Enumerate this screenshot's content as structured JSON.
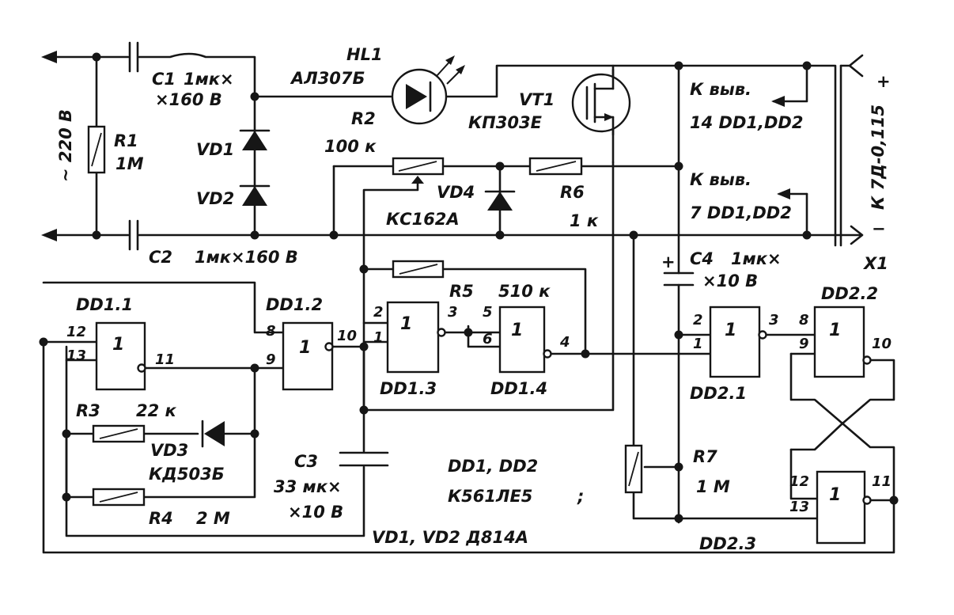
{
  "mains": {
    "voltage": "~ 220 В"
  },
  "components": {
    "c1": {
      "name": "C1",
      "value_a": "1мк×",
      "value_b": "×160 В"
    },
    "c2": {
      "name": "C2",
      "value": "1мк×160 В"
    },
    "c3": {
      "name": "C3",
      "value_a": "33 мк×",
      "value_b": "×10 В"
    },
    "c4": {
      "name": "C4",
      "value_a": "1мк×",
      "value_b": "×10 В"
    },
    "r1": {
      "name": "R1",
      "value": "1М"
    },
    "r2": {
      "name": "R2",
      "value": "100 к"
    },
    "r3": {
      "name": "R3",
      "value": "22 к"
    },
    "r4": {
      "name": "R4",
      "value": "2 М"
    },
    "r5": {
      "name": "R5",
      "value": "510 к"
    },
    "r6": {
      "name": "R6",
      "value": "1 к"
    },
    "r7": {
      "name": "R7",
      "value": "1 М"
    },
    "vd1": {
      "name": "VD1"
    },
    "vd2": {
      "name": "VD2"
    },
    "vd3": {
      "name": "VD3",
      "type": "КД503Б"
    },
    "vd4": {
      "name": "VD4",
      "type": "КС162А"
    },
    "hl1": {
      "name": "HL1",
      "type": "АЛ307Б"
    },
    "vt1": {
      "name": "VT1",
      "type": "КП303Е"
    }
  },
  "gates": {
    "dd1_1": {
      "name": "DD1.1",
      "symbol": "1",
      "pins": [
        "12",
        "13",
        "11"
      ]
    },
    "dd1_2": {
      "name": "DD1.2",
      "symbol": "1",
      "pins": [
        "8",
        "9",
        "10"
      ]
    },
    "dd1_3": {
      "name": "DD1.3",
      "symbol": "1",
      "pins": [
        "2",
        "1",
        "3"
      ]
    },
    "dd1_4": {
      "name": "DD1.4",
      "symbol": "1",
      "pins": [
        "5",
        "6",
        "4"
      ]
    },
    "dd2_1": {
      "name": "DD2.1",
      "symbol": "1",
      "pins": [
        "2",
        "1",
        "3"
      ]
    },
    "dd2_2": {
      "name": "DD2.2",
      "symbol": "1",
      "pins": [
        "8",
        "9",
        "10"
      ]
    },
    "dd2_3": {
      "name": "DD2.3",
      "symbol": "1",
      "pins": [
        "12",
        "13",
        "11"
      ]
    }
  },
  "notes": {
    "pin14_a": "К выв.",
    "pin14_b": "14 DD1,DD2",
    "pin7_a": "К выв.",
    "pin7_b": "7 DD1,DD2",
    "output": "К 7Д-0,115",
    "plus": "+",
    "minus": "−",
    "connector": "X1",
    "ic_types_a": "DD1, DD2",
    "ic_types_b": "К561ЛЕ5",
    "ic_types_sep": ";",
    "diode_types": "VD1, VD2   Д814А",
    "c4_plus": "+"
  }
}
